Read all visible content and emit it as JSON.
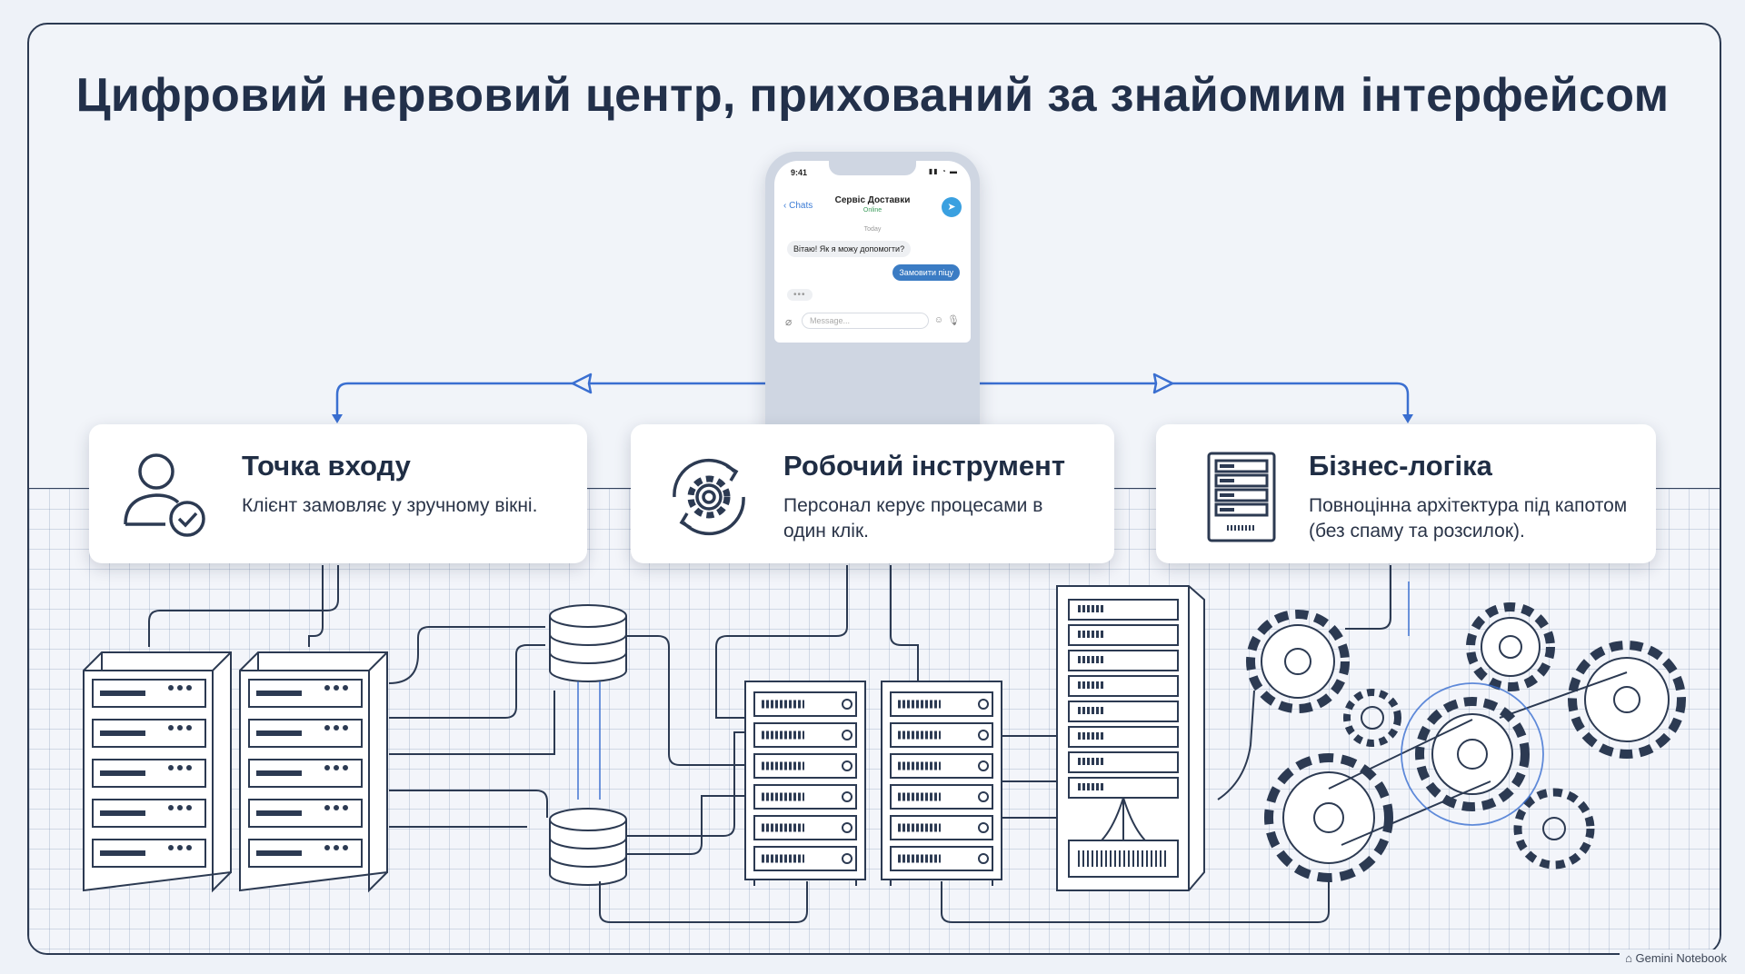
{
  "title": "Цифровий нервовий центр, прихований за знайомим інтерфейсом",
  "phone": {
    "time": "9:41",
    "back_label": "Chats",
    "chat_title": "Сервіс Доставки",
    "chat_status": "Online",
    "day_label": "Today",
    "incoming_message": "Вітаю! Як я можу допомогти?",
    "outgoing_message": "Замовити піцу",
    "typing_indicator": "•••",
    "input_placeholder": "Message..."
  },
  "cards": [
    {
      "title": "Точка входу",
      "description": "Клієнт замовляє у зручному вікні.",
      "icon": "user-check-icon"
    },
    {
      "title": "Робочий інструмент",
      "description": "Персонал керує процесами в один клік.",
      "icon": "gear-refresh-icon"
    },
    {
      "title": "Бізнес-логіка",
      "description": "Повноцінна архітектура під капотом (без спаму та розсилок).",
      "icon": "server-rack-icon"
    }
  ],
  "watermark": "Gemini Notebook",
  "colors": {
    "accent": "#3a6fd1",
    "ink": "#2c3a52",
    "background": "#eef2f8"
  }
}
